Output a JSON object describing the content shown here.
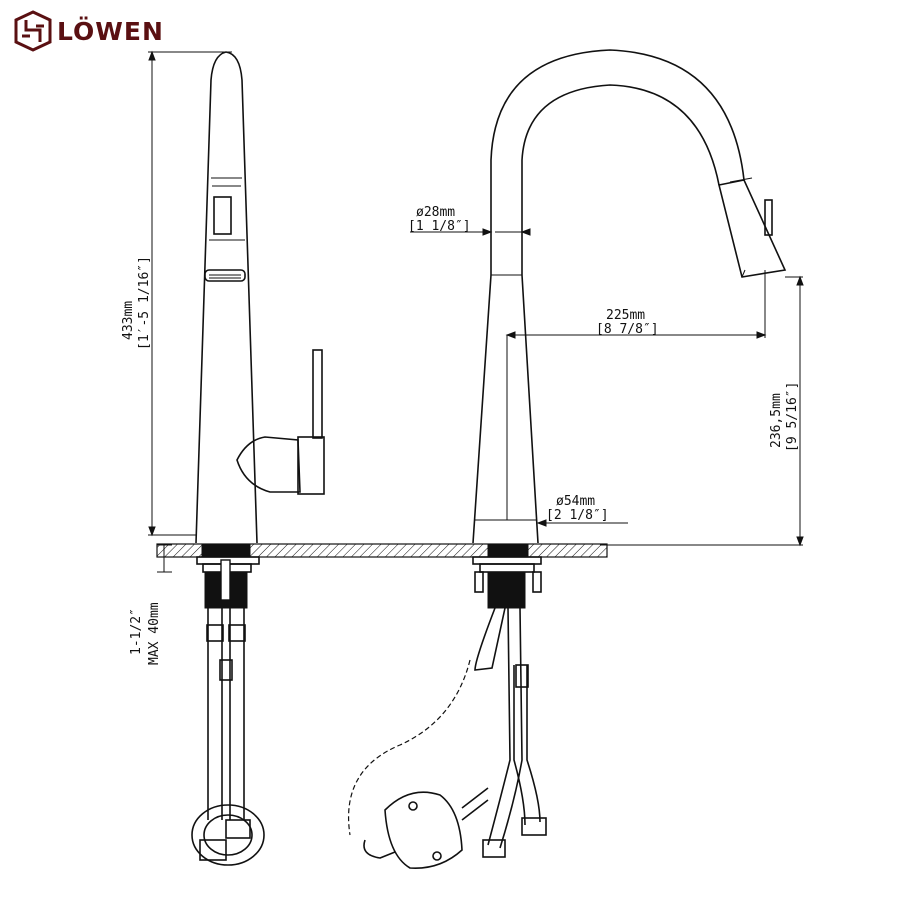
{
  "brand": {
    "name": "LÖWEN",
    "color": "#5a1012"
  },
  "dimensions": {
    "height_total": "433mm",
    "height_total_imperial": "[1′-5 1/16″]",
    "spout_diameter": "ø28mm",
    "spout_diameter_imperial": "[1 1/8″]",
    "reach": "225mm",
    "reach_imperial": "[8 7/8″]",
    "spout_height": "236,5mm",
    "spout_height_imperial": "[9 5/16″]",
    "base_diameter": "ø54mm",
    "base_diameter_imperial": "[2 1/8″]",
    "deck_thickness": "1-1/2″",
    "deck_thickness_max": "MAX 40mm"
  }
}
